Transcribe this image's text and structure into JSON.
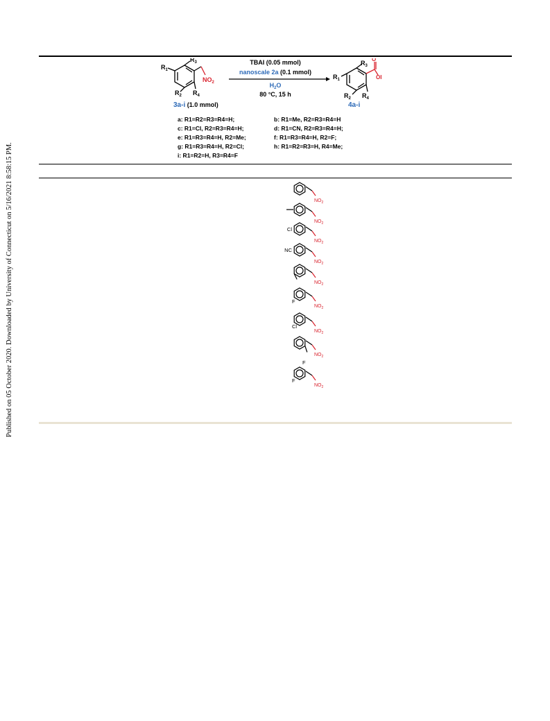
{
  "sidebar": {
    "text": "Published on 05 October 2020. Downloaded by University of Connecticut on 5/16/2021 8:58:15 PM."
  },
  "scheme": {
    "reagent_1": "TBAI (0.05 mmol)",
    "reagent_2_colored": "nanoscale 2a",
    "reagent_2_rest": " (0.1 mmol)",
    "solvent_prefix": "H",
    "solvent_sub": "2",
    "solvent_suffix": "O",
    "conditions": "80 °C, 15 h",
    "sm_label": "3a-i",
    "sm_amount": " (1.0 mmol)",
    "product_label": "4a-i",
    "r1": "R",
    "oh": "OH",
    "o": "O",
    "no2": "NO",
    "colors": {
      "blue": "#2e6bb8",
      "red": "#d9232e"
    }
  },
  "variants": [
    {
      "id": "a",
      "text": "a: R1=R2=R3=R4=H;"
    },
    {
      "id": "b",
      "text": "b: R1=Me, R2=R3=R4=H"
    },
    {
      "id": "c",
      "text": "c: R1=Cl, R2=R3=R4=H;"
    },
    {
      "id": "d",
      "text": "d: R1=CN, R2=R3=R4=H;"
    },
    {
      "id": "e",
      "text": "e: R1=R3=R4=H, R2=Me;"
    },
    {
      "id": "f",
      "text": "f:  R1=R3=R4=H, R2=F;"
    },
    {
      "id": "g",
      "text": "g: R1=R3=R4=H, R2=Cl;"
    },
    {
      "id": "h",
      "text": "h: R1=R2=R3=H, R4=Me;"
    },
    {
      "id": "i",
      "text": "i: R1=R2=H, R3=R4=F"
    }
  ],
  "substrates": [
    {
      "sub_para": "",
      "sub_meta": "",
      "sub_ortho": ""
    },
    {
      "sub_para": "",
      "sub_meta": "",
      "sub_ortho": ""
    },
    {
      "sub_para": "Cl",
      "sub_meta": "",
      "sub_ortho": ""
    },
    {
      "sub_para": "NC",
      "sub_meta": "",
      "sub_ortho": ""
    },
    {
      "sub_para": "",
      "sub_meta": "",
      "sub_ortho": ""
    },
    {
      "sub_para": "",
      "sub_meta": "F",
      "sub_ortho": ""
    },
    {
      "sub_para": "",
      "sub_meta": "Cl",
      "sub_ortho": ""
    },
    {
      "sub_para": "",
      "sub_meta": "",
      "sub_ortho": ""
    },
    {
      "sub_para": "",
      "sub_meta": "F",
      "sub_ortho": "F"
    }
  ]
}
